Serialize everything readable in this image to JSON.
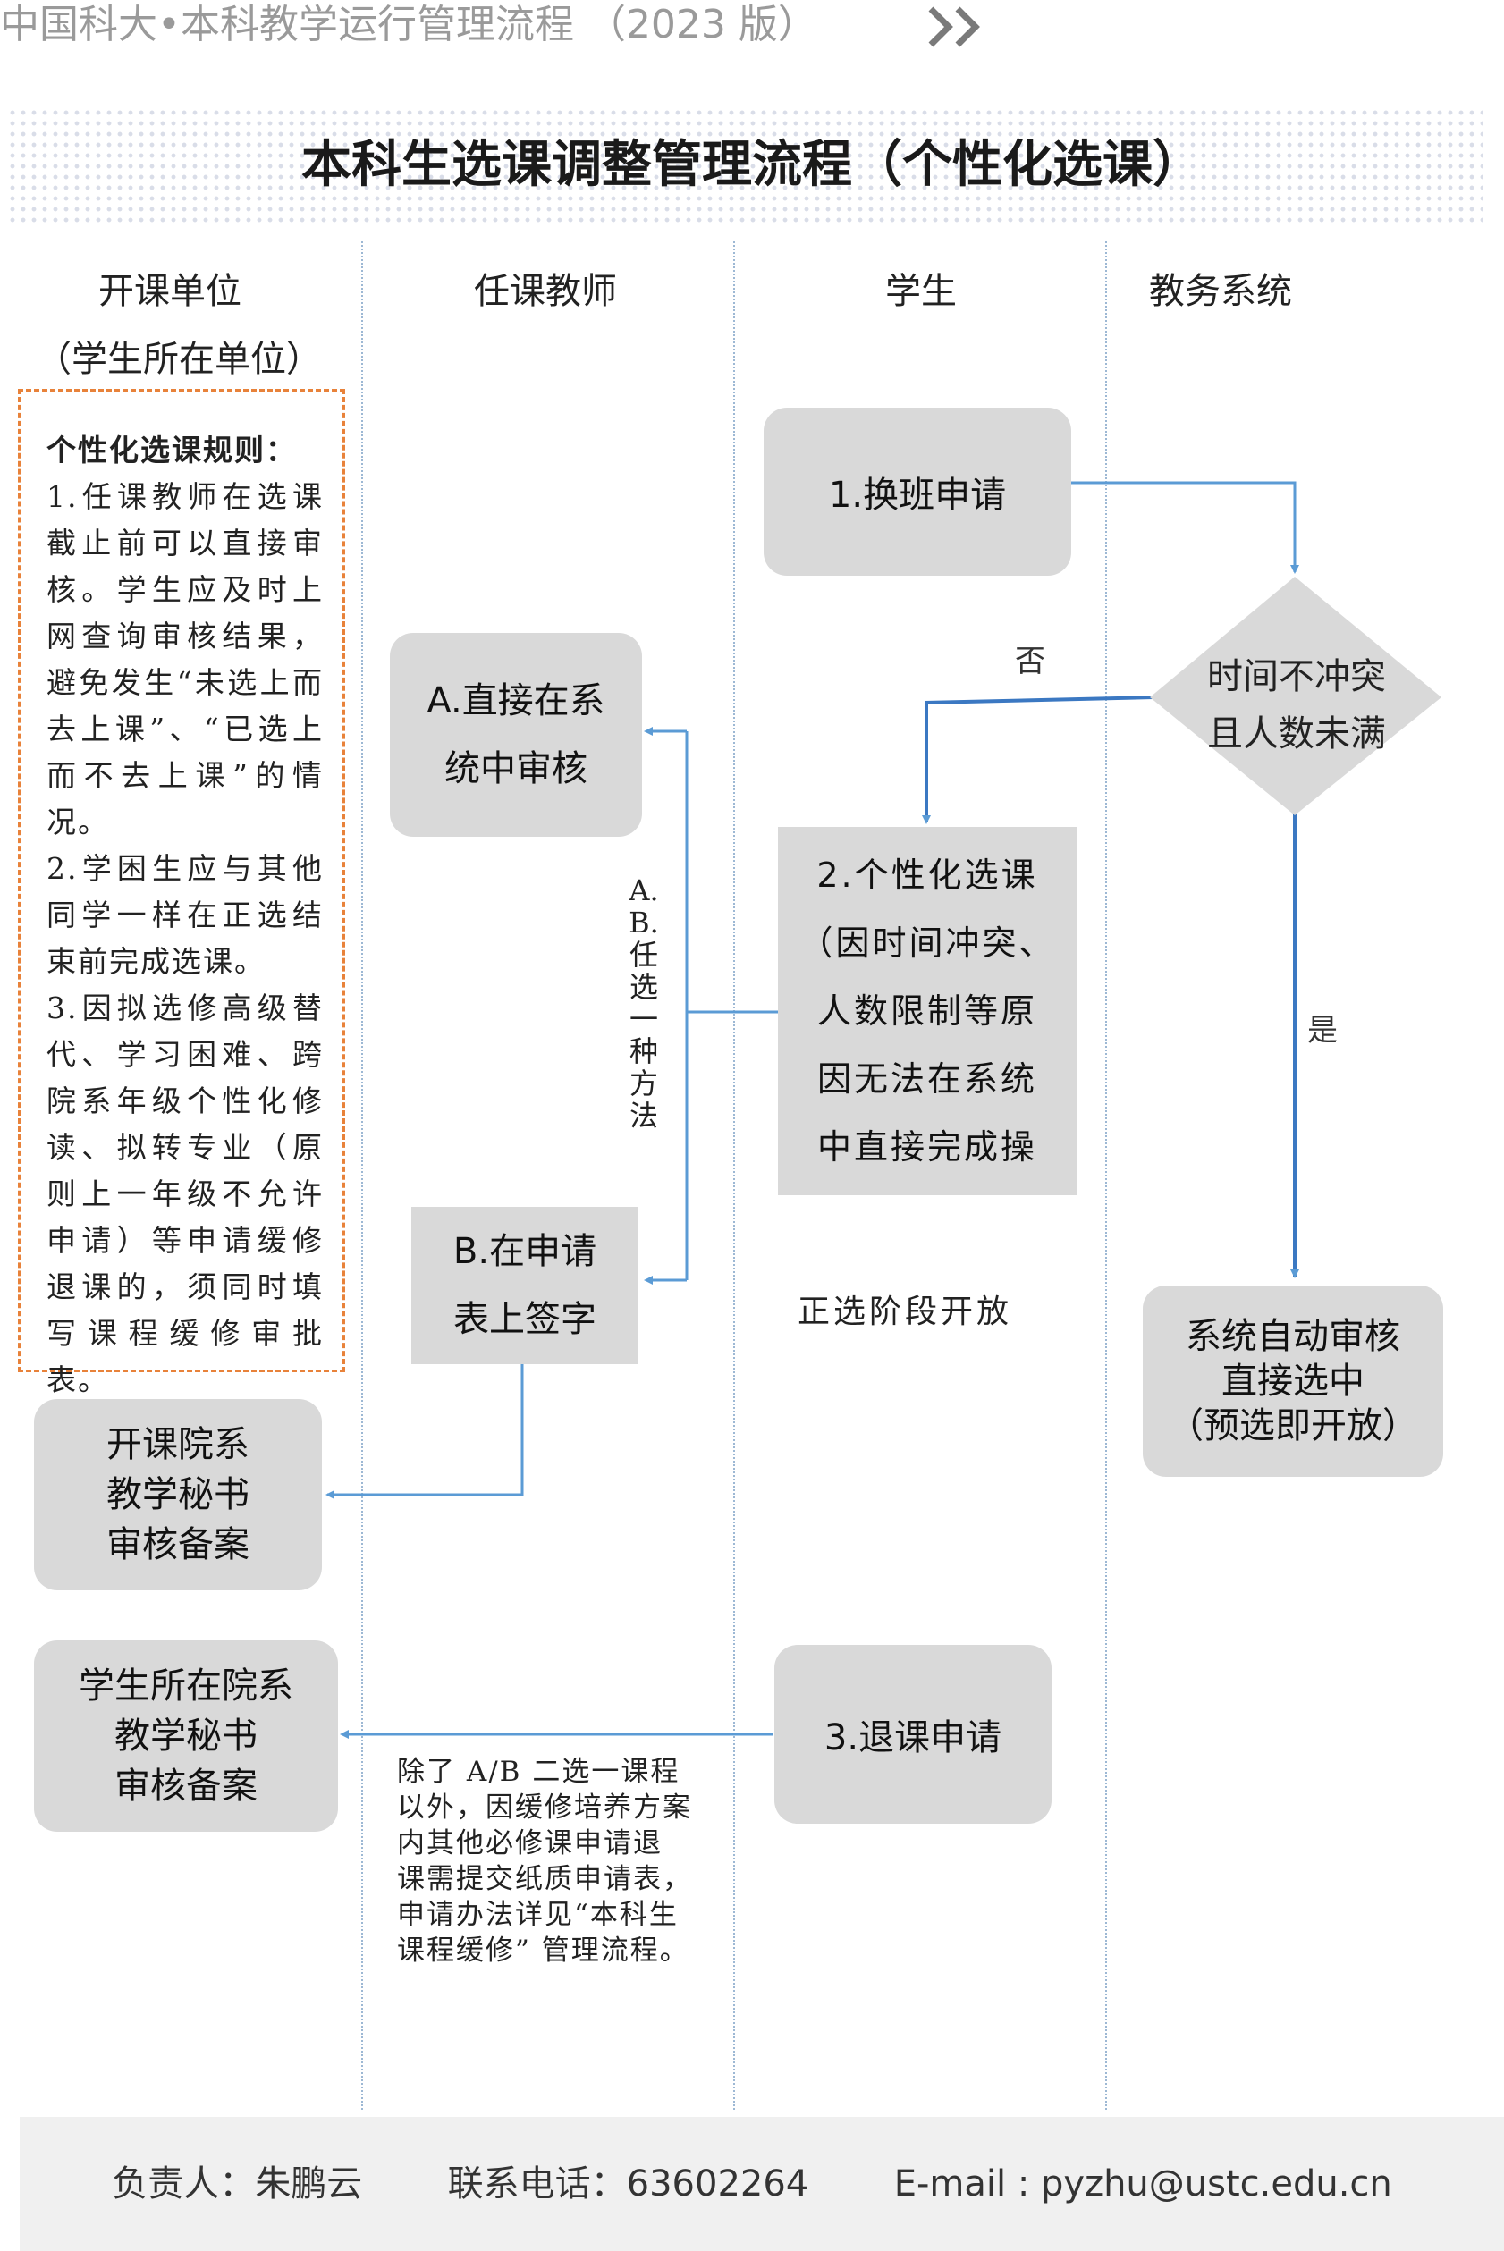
{
  "header": {
    "text": "中国科大•本科教学运行管理流程 （2023 版）",
    "chevron": "double-chevron-right-icon"
  },
  "title": "本科生选课调整管理流程（个性化选课）",
  "lanes": {
    "unit": "开课单位",
    "unit_sub": "（学生所在单位）",
    "teacher": "任课教师",
    "student": "学生",
    "system": "教务系统"
  },
  "rules": {
    "heading": "个性化选课规则：",
    "items": [
      "1.任课教师在选课截止前可以直接审核。学生应及时上网查询审核结果，避免发生“未选上而去上课”、“已选上而不去上课”的情况。",
      "2.学困生应与其他同学一样在正选结束前完成选课。",
      "3.因拟选修高级替代、学习困难、跨院系年级个性化修读、拟转专业（原则上一年级不允许申请）等申请缓修退课的，须同时填写课程缓修审批表。"
    ]
  },
  "nodes": {
    "swap_apply": "1.换班申请",
    "decision_line1": "时间不冲突",
    "decision_line2": "且人数未满",
    "label_no": "否",
    "label_yes": "是",
    "personal_select": [
      "2.个性化选课",
      "（因时间冲突、",
      "人数限制等原",
      "因无法在系统",
      "中直接完成操"
    ],
    "approve_direct": [
      "A.直接在系",
      "统中审核"
    ],
    "sign_form": [
      "B.在申请",
      "表上签字"
    ],
    "choose_one_label": "A.B.任选一种方法",
    "auto_approve": [
      "系统自动审核",
      "直接选中",
      "（预选即开放）"
    ],
    "open_stage": "正选阶段开放",
    "dept_secretary": [
      "开课院系",
      "教学秘书",
      "审核备案"
    ],
    "student_dept_secretary": [
      "学生所在院系",
      "教学秘书",
      "审核备案"
    ],
    "drop_apply": "3.退课申请",
    "drop_note": [
      "除了 A/B 二选一课程",
      "以外，因缓修培养方案",
      "内其他必修课申请退",
      "课需提交纸质申请表，",
      "申请办法详见“本科生",
      "课程缓修” 管理流程。"
    ]
  },
  "footer": {
    "person": "负责人：朱鹏云",
    "phone": "联系电话：63602264",
    "email": "E-mail : pyzhu@ustc.edu.cn"
  },
  "colors": {
    "arrow": "#5b9bd5",
    "box": "#d9d9d9",
    "rules_border": "#e8823a",
    "header": "#9a9a9a"
  }
}
